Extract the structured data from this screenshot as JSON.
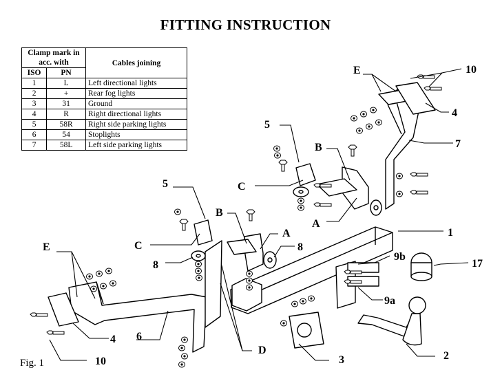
{
  "title": "FITTING INSTRUCTION",
  "table": {
    "header_mark": "Clamp mark in acc. with",
    "header_iso": "ISO",
    "header_pn": "PN",
    "header_cables": "Cables joining",
    "rows": [
      {
        "iso": "1",
        "pn": "L",
        "desc": "Left directional lights"
      },
      {
        "iso": "2",
        "pn": "+",
        "desc": "Rear fog lights"
      },
      {
        "iso": "3",
        "pn": "31",
        "desc": "Ground"
      },
      {
        "iso": "4",
        "pn": "R",
        "desc": "Right directional lights"
      },
      {
        "iso": "5",
        "pn": "58R",
        "desc": "Right side parking lights"
      },
      {
        "iso": "6",
        "pn": "54",
        "desc": "Stoplights"
      },
      {
        "iso": "7",
        "pn": "58L",
        "desc": "Left side parking lights"
      }
    ]
  },
  "labels": {
    "E_top": "E",
    "n10_top": "10",
    "n4_top": "4",
    "n7": "7",
    "n5_top": "5",
    "B_top": "B",
    "C_top": "C",
    "A_top": "A",
    "n5_left": "5",
    "B_left": "B",
    "C_left": "C",
    "A_left": "A",
    "n8_left": "8",
    "n8_right": "8",
    "n1": "1",
    "n9b": "9b",
    "n17": "17",
    "n9a": "9a",
    "E_left": "E",
    "n4_left": "4",
    "n6": "6",
    "D": "D",
    "n3": "3",
    "n2": "2",
    "n10_bottom": "10"
  },
  "figure_label": "Fig. 1"
}
